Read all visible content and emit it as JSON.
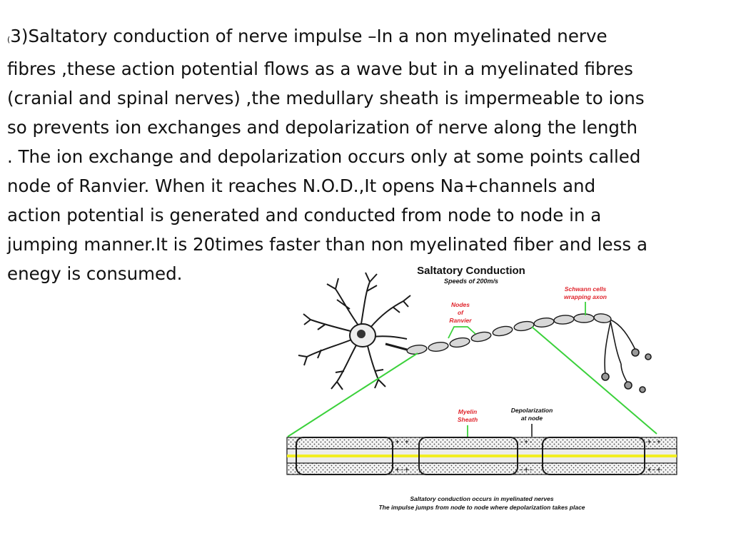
{
  "slide": {
    "paren": "(",
    "lines": [
      "3)Saltatory conduction of nerve impulse –In a non myelinated nerve",
      "fibres ,these action potential flows as a wave but in a myelinated fibres",
      "(cranial and spinal nerves) ,the medullary sheath is impermeable to ions",
      "so prevents ion exchanges  and depolarization of nerve along the length",
      ". The ion exchange and depolarization occurs only at some points called",
      "node of Ranvier. When it reaches N.O.D.,It opens Na+channels and",
      "action potential is generated and conducted from node to node in a",
      "jumping manner.It is 20times faster than non myelinated fiber and less a",
      "enegy is consumed."
    ]
  },
  "figure": {
    "title": "Saltatory Conduction",
    "subtitle": "Speeds of 200m/s",
    "labels": {
      "schwann_1": "Schwann cells",
      "schwann_2": "wrapping axon",
      "nodes_1": "Nodes",
      "nodes_2": "of",
      "nodes_3": "Ranvier",
      "myelin_1": "Myelin",
      "myelin_2": "Sheath",
      "depol_1": "Depolarization",
      "depol_2": "at node"
    },
    "caption_1": "Saltatory conduction occurs in myelinated nerves",
    "caption_2": "The impulse jumps from node to node where depolarization takes place",
    "colors": {
      "label_red": "#e0242c",
      "guide_green": "#3bd13b",
      "impulse_yellow": "#f2ee22",
      "outline": "#1a1a1a"
    }
  }
}
